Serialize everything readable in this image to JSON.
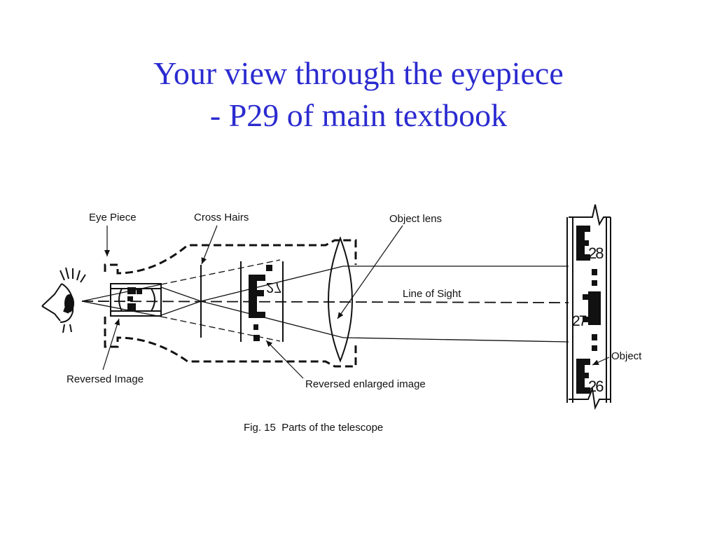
{
  "slide": {
    "title_line1": "Your view through the eyepiece",
    "title_line2": "- P29 of main textbook",
    "title_color": "#2b2bd0"
  },
  "figure": {
    "labels": {
      "eye_piece": "Eye Piece",
      "cross_hairs": "Cross Hairs",
      "object_lens": "Object lens",
      "line_of_sight": "Line of Sight",
      "object": "Object",
      "reversed_image": "Reversed Image",
      "reversed_enlarged_image": "Reversed enlarged image"
    },
    "staff_numbers": {
      "top": "28",
      "middle": "27",
      "bottom": "26"
    },
    "image_number": "27",
    "eye_lettering": "Eye",
    "caption": "Fig. 15  Parts of the telescope"
  }
}
